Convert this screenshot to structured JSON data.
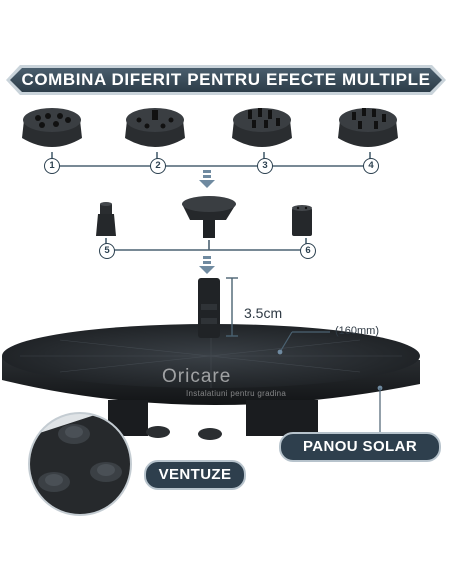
{
  "banner": {
    "title": "COMBINA DIFERIT PENTRU EFECTE MULTIPLE"
  },
  "nozzles": [
    {
      "number": "1"
    },
    {
      "number": "2"
    },
    {
      "number": "3"
    },
    {
      "number": "4"
    },
    {
      "number": "5"
    },
    {
      "number": "6"
    }
  ],
  "dimensions": {
    "height": "3.5cm",
    "diameter": "(160mm)"
  },
  "watermark": {
    "brand": "Oricare",
    "tagline": "Instalatiuni pentru gradina"
  },
  "labels": {
    "solar_panel": "PANOU SOLAR",
    "suction_cups": "VENTUZE"
  },
  "colors": {
    "accent": "#2e3f4d",
    "badge_border": "#2c4150",
    "device": "#1c1f22"
  }
}
